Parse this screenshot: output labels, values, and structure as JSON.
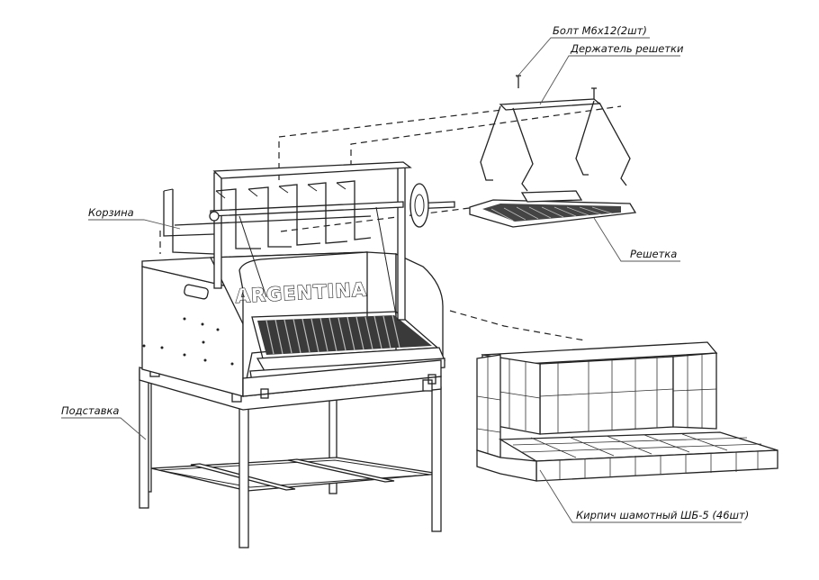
{
  "labels": {
    "bolt": "Болт М6х12(2шт)",
    "grate_holder": "Держатель решетки",
    "basket": "Корзина",
    "grate": "Решетка",
    "stand": "Подставка",
    "bricks": "Кирпич шамотный ШБ-5 (46шт)"
  },
  "brand_text": "ARGENTINA"
}
